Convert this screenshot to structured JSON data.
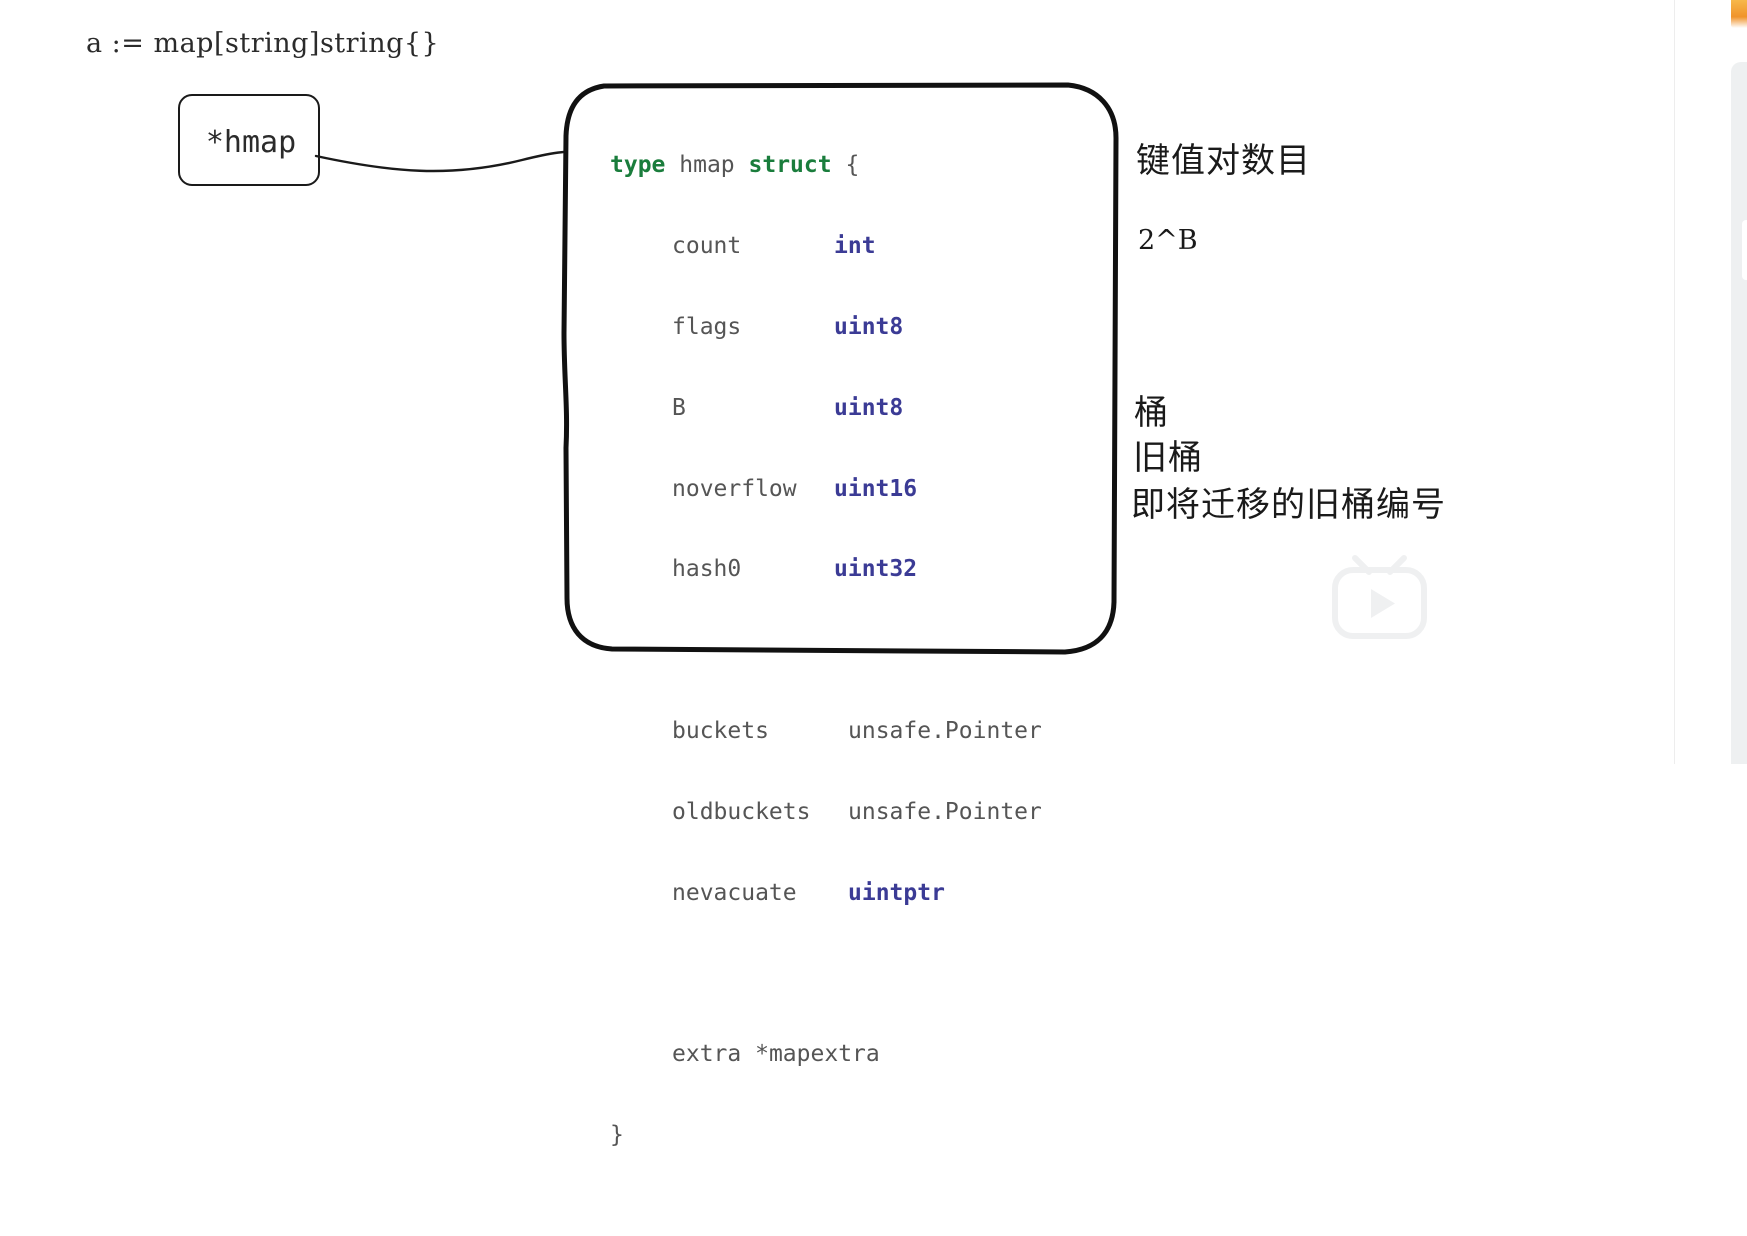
{
  "declaration": "a := map[string]string{}",
  "pointer_box": {
    "label": "*hmap"
  },
  "struct": {
    "header": {
      "keyword_type": "type",
      "name": "hmap",
      "keyword_struct": "struct",
      "brace_open": "{"
    },
    "fields": [
      {
        "name": "count",
        "type": "int",
        "type_style": "builtin"
      },
      {
        "name": "flags",
        "type": "uint8",
        "type_style": "builtin"
      },
      {
        "name": "B",
        "type": "uint8",
        "type_style": "builtin"
      },
      {
        "name": "noverflow",
        "type": "uint16",
        "type_style": "builtin"
      },
      {
        "name": "hash0",
        "type": "uint32",
        "type_style": "builtin"
      },
      {
        "name": "",
        "type": "",
        "type_style": "blank"
      },
      {
        "name": "buckets",
        "type": "unsafe.Pointer",
        "type_style": "plain"
      },
      {
        "name": "oldbuckets",
        "type": "unsafe.Pointer",
        "type_style": "plain"
      },
      {
        "name": "nevacuate",
        "type": "uintptr",
        "type_style": "builtin"
      },
      {
        "name": "",
        "type": "",
        "type_style": "blank"
      },
      {
        "name": "extra",
        "type": "*mapextra",
        "type_style": "plain"
      }
    ],
    "brace_close": "}"
  },
  "annotations": [
    {
      "text": "键值对数目",
      "lang": "cn"
    },
    {
      "text": "2^B",
      "lang": "en"
    },
    {
      "text": "桶",
      "lang": "cn"
    },
    {
      "text": "旧桶",
      "lang": "cn"
    },
    {
      "text": "即将迁移的旧桶编号",
      "lang": "cn"
    }
  ],
  "colors": {
    "keyword_green": "#1a7d3c",
    "type_blue": "#3b3b95",
    "ink": "#1a1a1a",
    "code_gray": "#555555",
    "accent_orange": "#f0932b"
  },
  "watermark": {
    "icon": "tv-play-icon"
  }
}
